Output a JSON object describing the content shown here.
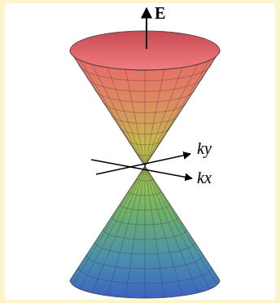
{
  "diagram": {
    "labels": [
      "E",
      "ky",
      "kx"
    ]
  }
}
